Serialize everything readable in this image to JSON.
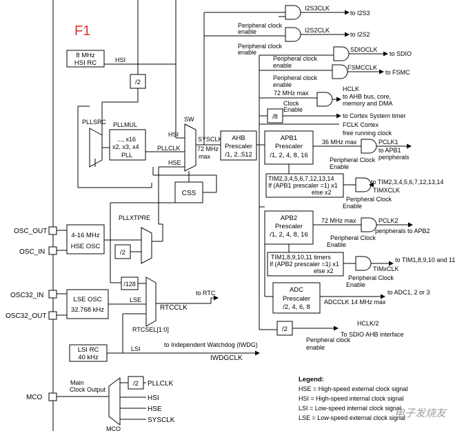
{
  "figure_label": "F1",
  "hsi": {
    "freq": "8 MHz",
    "name": "HSI RC",
    "wire": "HSI"
  },
  "pll": {
    "src": "PLLSRC",
    "mul": "PLLMUL",
    "mul_values": "..., x16",
    "mul_values2": "x2, x3, x4",
    "name": "PLL",
    "clk": "PLLCLK",
    "div2": "/2"
  },
  "sw": {
    "label": "SW",
    "in_hsi": "HSI",
    "in_hse": "HSE",
    "sysclk": "SYSCLK",
    "max1": "72 MHz",
    "max2": "max"
  },
  "ahb": {
    "name": "AHB",
    "prescaler": "Prescaler",
    "values": "/1, 2..512"
  },
  "css": "CSS",
  "osc": {
    "out": "OSC_OUT",
    "in": "OSC_IN",
    "hse1": "4-16 MHz",
    "hse2": "HSE OSC",
    "div2": "/2",
    "pllxtpre": "PLLXTPRE"
  },
  "lse": {
    "in": "OSC32_IN",
    "out": "OSC32_OUT",
    "name": "LSE OSC",
    "freq": "32.768 kHz",
    "wire": "LSE",
    "div128": "/128"
  },
  "rtc": {
    "rtcclk": "RTCCLK",
    "rtcsel": "RTCSEL[1:0]",
    "to_rtc": "to RTC"
  },
  "lsi": {
    "name": "LSI RC",
    "freq": "40 kHz",
    "wire": "LSI",
    "iwdg": "to Independent Watchdog (IWDG)",
    "iwdgclk": "IWDGCLK"
  },
  "mco": {
    "pin": "MCO",
    "title1": "Main",
    "title2": "Clock Output",
    "div2": "/2",
    "pllclk": "PLLCLK",
    "hsi": "HSI",
    "hse": "HSE",
    "sysclk": "SYSCLK",
    "mux": "MCO"
  },
  "outputs": {
    "i2s3clk": "I2S3CLK",
    "to_i2s3": "to I2S3",
    "pce1": "Peripheral clock",
    "en1": "enable",
    "i2s2clk": "I2S2CLK",
    "to_i2s2": "to I2S2",
    "pce2": "Peripheral clock",
    "en2": "enable",
    "sdioclk": "SDIOCLK",
    "to_sdio": "to SDIO",
    "pce3": "Peripheral clock",
    "en3": "enable",
    "fsmcclk": "FSMCCLK",
    "to_fsmc": "to FSMC",
    "pce4": "Peripheral clock",
    "en4": "enable",
    "hclk_max": "72 MHz max",
    "hclk": "HCLK",
    "hclk_to1": "to AHB bus, core,",
    "hclk_to2": "memory and DMA",
    "clk_en1": "Clock",
    "clk_en2": "Enable",
    "div8": "/8",
    "cortex_timer": "to Cortex System timer",
    "fclk1": "FCLK Cortex",
    "fclk2": "free running clock"
  },
  "apb1": {
    "name": "APB1",
    "prescaler": "Prescaler",
    "values": "/1, 2, 4, 8, 16",
    "max": "36 MHz max",
    "pclk1": "PCLK1",
    "to1": "to APB1",
    "to2": "peripherals",
    "pce": "Peripheral Clock",
    "en": "Enable",
    "tim1": "TIM2,3,4,5,6,7,12,13,14",
    "tim2": "If (APB1 prescaler =1) x1",
    "tim3": "else  x2",
    "to_tim": "to TIM2,3,4,5,6,7,12,13,14",
    "timxclk": "TIMXCLK",
    "pce2": "Peripheral Clock",
    "en2": "Enable"
  },
  "apb2": {
    "name": "APB2",
    "prescaler": "Prescaler",
    "values": "/1, 2, 4, 8, 16",
    "max": "72 MHz max",
    "pclk2": "PCLK2",
    "to": "peripherals to APB2",
    "pce": "Peripheral Clock",
    "en": "Enable",
    "tim1": "TIM1,8,9,10,11 timers",
    "tim2": "If (APB2 prescaler =1) x1",
    "tim3": "else x2",
    "to_tim": "to TIM1,8,9,10 and 11",
    "timxclk": "TIMxCLK",
    "pce2": "Peripheral Clock",
    "en2": "Enable"
  },
  "adc": {
    "name": "ADC",
    "prescaler": "Prescaler",
    "values": "/2, 4, 6, 8",
    "to": "to ADC1, 2 or 3",
    "clk": "ADCCLK 14 MHz max"
  },
  "sdio_ahb": {
    "div2": "/2",
    "hclk2": "HCLK/2",
    "to": "To SDIO AHB interface",
    "pce": "Peripheral clock",
    "en": "enable"
  },
  "legend": {
    "title": "Legend:",
    "items": [
      "HSE = High-speed external clock signal",
      "HSI = High-speed internal clock signal",
      "LSI = Low-speed internal clock signal",
      "LSE = Low-speed external clock signal"
    ]
  },
  "watermark": "电子发烧友"
}
